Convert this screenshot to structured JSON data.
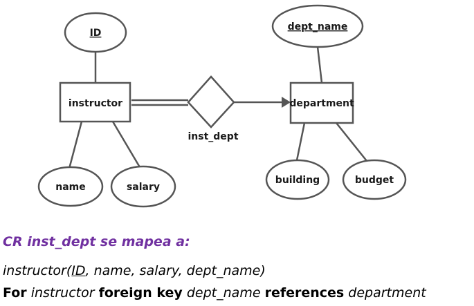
{
  "diagram": {
    "entities": {
      "instructor": "instructor",
      "department": "department"
    },
    "relationship": "inst_dept",
    "attributes": {
      "id": "ID",
      "name": "name",
      "salary": "salary",
      "dept_name": "dept_name",
      "building": "building",
      "budget": "budget"
    }
  },
  "text": {
    "heading": "CR inst_dept se mapea a:",
    "schema": {
      "relation": "instructor(",
      "key": "ID",
      "rest": ", name, salary, dept_name)"
    },
    "constraint": {
      "w_for": "For",
      "w_table": "instructor",
      "w_fk": "foreign key",
      "w_attr": "dept_name",
      "w_ref": "references",
      "w_target": "department"
    }
  },
  "colors": {
    "heading": "#7030a0",
    "stroke": "#555555"
  }
}
